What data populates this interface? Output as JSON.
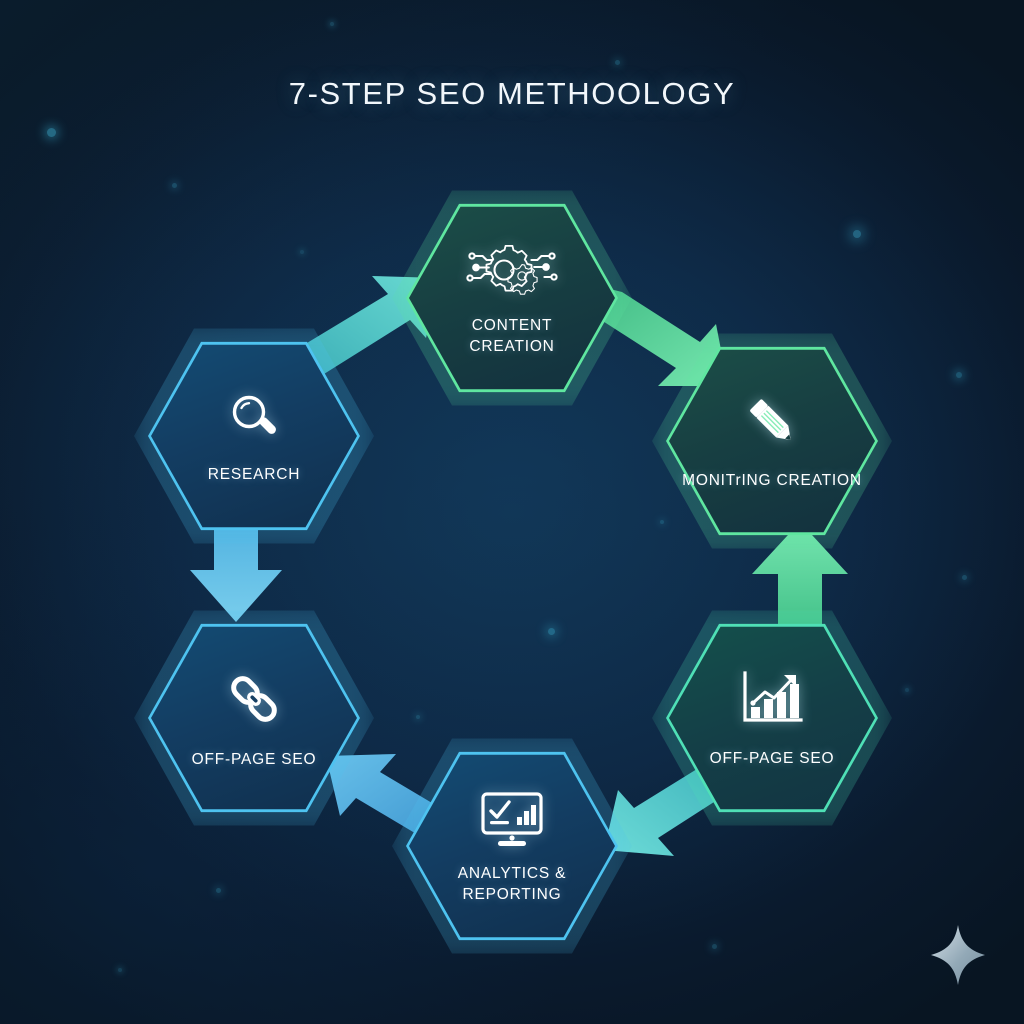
{
  "title": "7-STEP SEO METHOOLOGY",
  "theme": {
    "background": "#0d2540",
    "blue_accent": "#4ec3f0",
    "green_accent": "#5fe6a0",
    "teal_accent": "#4fe0b6",
    "text": "#ffffff"
  },
  "steps": [
    {
      "id": "research",
      "label": "RESEARCH",
      "icon": "magnifying-glass-icon",
      "color": "blue",
      "position": "left-top"
    },
    {
      "id": "content-creation",
      "label": "CONTENT\nCREATION",
      "icon": "gear-network-icon",
      "color": "green",
      "position": "top-center"
    },
    {
      "id": "monitoring-creation",
      "label": "MONITrING CREATION",
      "icon": "pencil-icon",
      "color": "green",
      "position": "right-top"
    },
    {
      "id": "off-page-seo-right",
      "label": "OFF-PAGE SEO",
      "icon": "growth-bar-chart-icon",
      "color": "teal",
      "position": "right-bottom"
    },
    {
      "id": "analytics-reporting",
      "label": "ANALYTICS &\nREPORTING",
      "icon": "monitor-report-icon",
      "color": "blue",
      "position": "bottom-center"
    },
    {
      "id": "off-page-seo-left",
      "label": "OFF-PAGE SEO",
      "icon": "link-chain-icon",
      "color": "blue",
      "position": "left-bottom"
    }
  ],
  "arrows": [
    {
      "id": "research-to-content",
      "from": "research",
      "to": "content-creation",
      "direction": "up-right",
      "color": "#57d3d1"
    },
    {
      "id": "content-to-monitoring",
      "from": "content-creation",
      "to": "monitoring-creation",
      "direction": "down-right",
      "color": "#63e09b"
    },
    {
      "id": "research-to-offpage-left",
      "from": "research",
      "to": "off-page-seo-left",
      "direction": "down",
      "color": "#5ec6ef"
    },
    {
      "id": "offpage-right-to-monitoring",
      "from": "off-page-seo-right",
      "to": "monitoring-creation",
      "direction": "up",
      "color": "#5fe0a6"
    },
    {
      "id": "offpage-right-to-analytics",
      "from": "off-page-seo-right",
      "to": "analytics-reporting",
      "direction": "down-left",
      "color": "#53d2d4"
    },
    {
      "id": "analytics-to-offpage-left",
      "from": "analytics-reporting",
      "to": "off-page-seo-left",
      "direction": "up-left",
      "color": "#4fb6e8"
    }
  ],
  "decorations": {
    "sparkle": "four-point-star-sparkle"
  }
}
